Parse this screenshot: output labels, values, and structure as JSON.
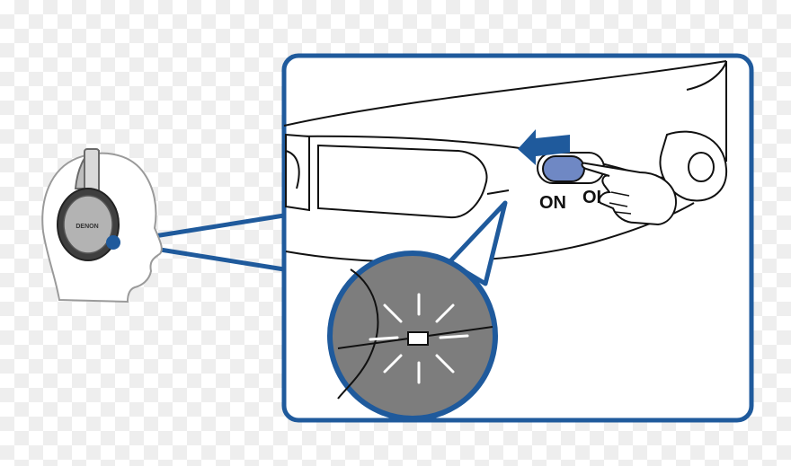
{
  "headphone": {
    "brand": "DENON"
  },
  "switch": {
    "on_label": "ON",
    "off_label": "OI"
  },
  "colors": {
    "accent": "#1f5a9c",
    "arrow": "#1f5a9c",
    "switch_knob": "#6f88c4",
    "lens_fill": "#7d7d7d",
    "outline": "#111111"
  }
}
